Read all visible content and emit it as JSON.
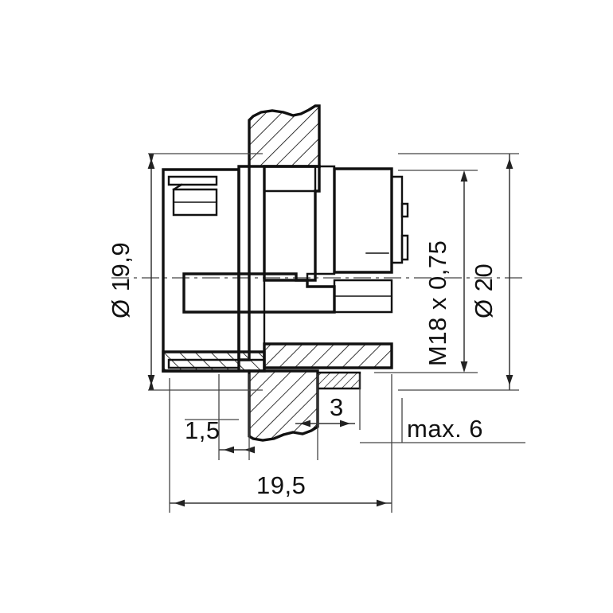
{
  "drawing": {
    "title": "Connector cross-section technical drawing",
    "type": "engineering-section-drawing",
    "background_color": "#ffffff",
    "line_color": "#111111",
    "dimension_color": "#333333",
    "units": "mm"
  },
  "dimensions": {
    "diameter_outer_left": {
      "label": "Ø 19,9",
      "value": 19.9,
      "symbol": "diameter",
      "orientation": "vertical-rotated",
      "position": "left"
    },
    "thread": {
      "label": "M18 x 0,75",
      "value": "M18x0.75",
      "symbol": "metric-thread",
      "orientation": "vertical-rotated",
      "position": "right-inner"
    },
    "diameter_outer_right": {
      "label": "Ø 20",
      "value": 20,
      "symbol": "diameter",
      "orientation": "vertical-rotated",
      "position": "right-outer"
    },
    "panel_thickness": {
      "label": "1,5",
      "value": 1.5,
      "orientation": "horizontal",
      "position": "bottom-left"
    },
    "groove_width": {
      "label": "3",
      "value": 3,
      "orientation": "horizontal",
      "position": "bottom-center"
    },
    "max_panel": {
      "label": "max. 6",
      "value": 6,
      "prefix": "max.",
      "orientation": "horizontal",
      "position": "bottom-right"
    },
    "overall_length": {
      "label": "19,5",
      "value": 19.5,
      "orientation": "horizontal",
      "position": "bottom"
    }
  },
  "labels": [
    {
      "id": "dia-19-9",
      "text": "Ø 19,9"
    },
    {
      "id": "thread-m18",
      "text": "M18 x 0,75"
    },
    {
      "id": "dia-20",
      "text": "Ø 20"
    },
    {
      "id": "len-1-5",
      "text": "1,5"
    },
    {
      "id": "len-3",
      "text": "3"
    },
    {
      "id": "max-6",
      "text": "max. 6"
    },
    {
      "id": "len-19-5",
      "text": "19,5"
    }
  ]
}
